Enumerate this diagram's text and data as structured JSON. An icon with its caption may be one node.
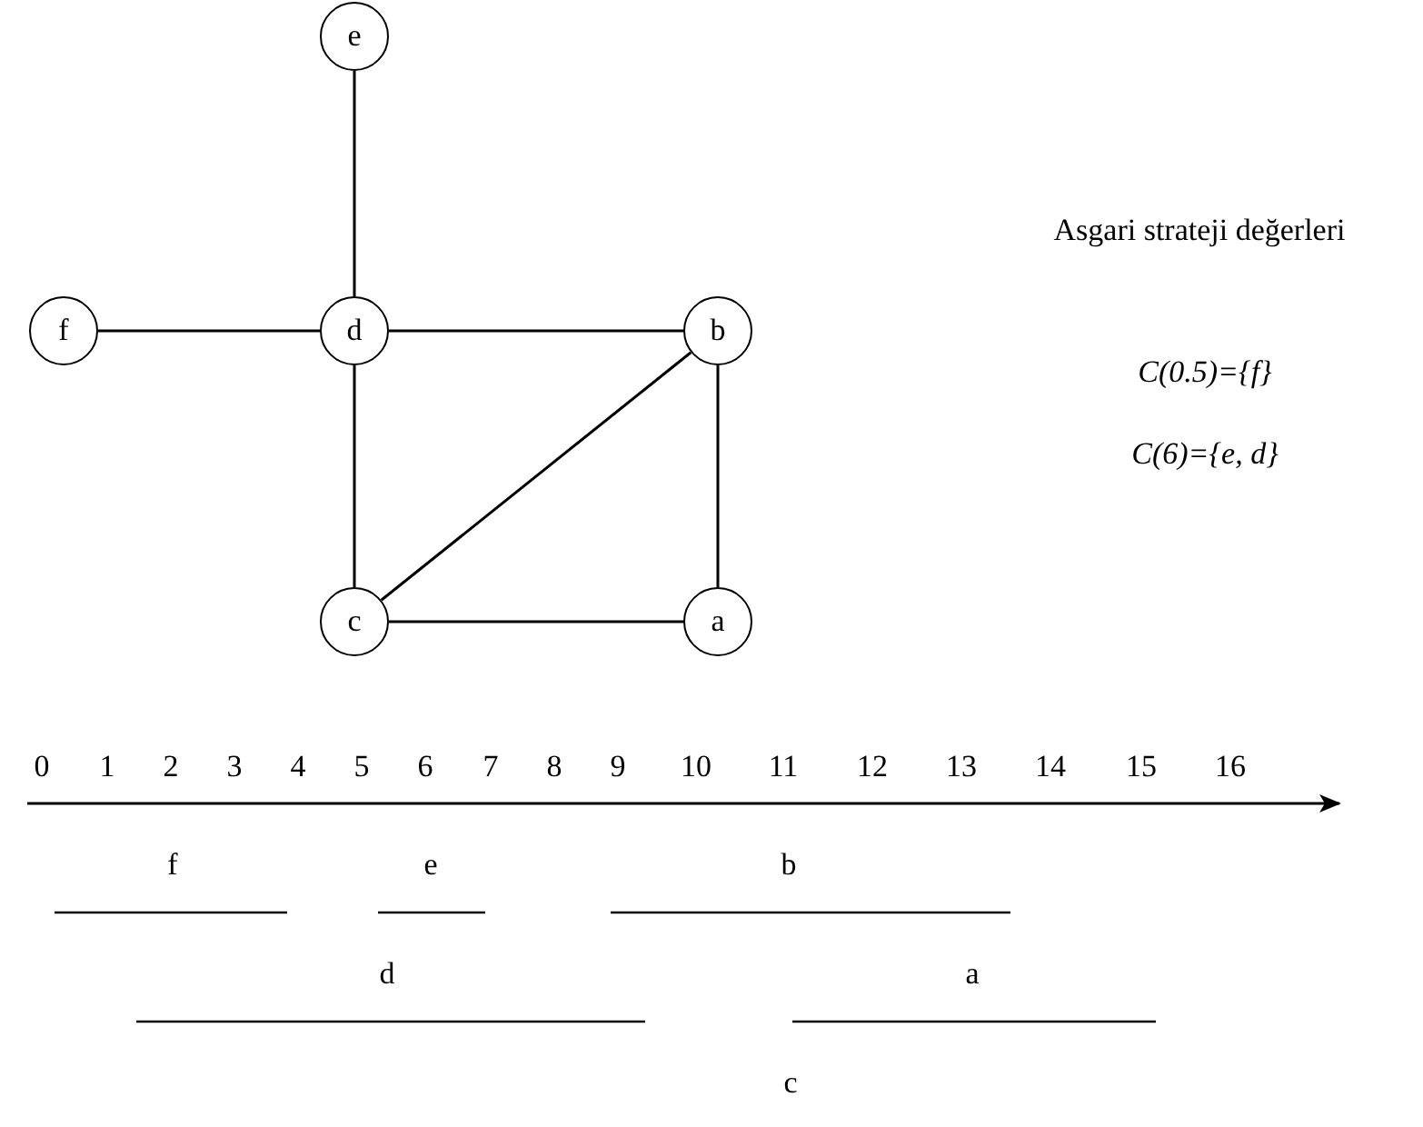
{
  "diagram": {
    "nodes": [
      {
        "text": [
          "e"
        ]
      },
      {
        "text": [
          "f"
        ]
      },
      {
        "text": [
          "d"
        ]
      },
      {
        "text": [
          "b"
        ]
      },
      {
        "text": [
          "c"
        ]
      },
      {
        "text": [
          "a"
        ]
      }
    ],
    "edges": [
      {
        "from": 0,
        "to": 2,
        "arrow": "none"
      },
      {
        "from": 1,
        "to": 2,
        "arrow": "none"
      },
      {
        "from": 2,
        "to": 3,
        "arrow": "none"
      },
      {
        "from": 2,
        "to": 4,
        "arrow": "none"
      },
      {
        "from": 4,
        "to": 3,
        "arrow": "none"
      },
      {
        "from": 3,
        "to": 5,
        "arrow": "none"
      },
      {
        "from": 4,
        "to": 5,
        "arrow": "none"
      }
    ],
    "labels": [
      "Asgari strateji değerleri",
      "C(0.5)={f}",
      "C(6)={e, d}",
      "0",
      "1",
      "2",
      "3",
      "4",
      "5",
      "6",
      "7",
      "8",
      "9",
      "10",
      "11",
      "12",
      "13",
      "14",
      "15",
      "16",
      "f",
      "e",
      "b",
      "d",
      "a",
      "c"
    ]
  }
}
